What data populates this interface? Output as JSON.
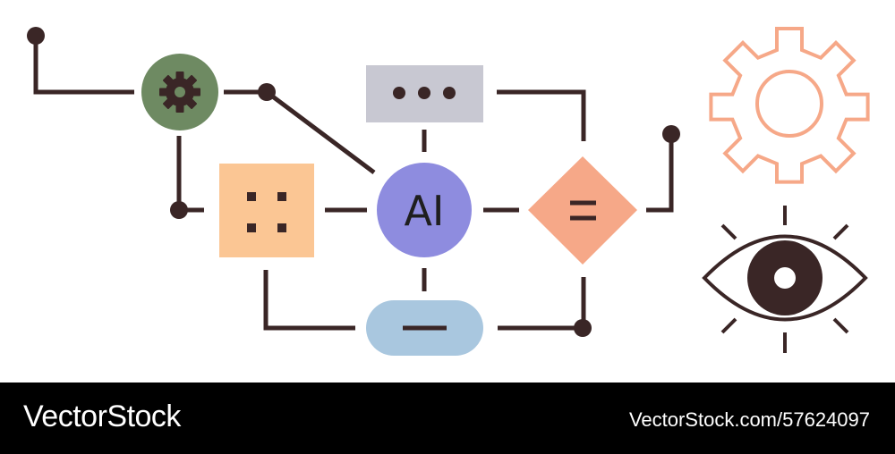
{
  "diagram": {
    "center_label": "AI",
    "colors": {
      "line": "#3a2626",
      "gear_node": "#6e8a62",
      "grid_node": "#fbc694",
      "dots_node": "#c8c8d2",
      "ai_node": "#8e8cdf",
      "equals_node": "#f6a888",
      "minus_node": "#a9c7df",
      "big_gear": "#f6a888",
      "eye": "#3a2626"
    },
    "icons": [
      "gear-icon",
      "four-dots-icon",
      "ellipsis-icon",
      "equals-icon",
      "minus-icon",
      "gear-outline-icon",
      "eye-icon"
    ]
  },
  "footer": {
    "brand": "VectorStock",
    "url": "VectorStock.com/57624097"
  }
}
